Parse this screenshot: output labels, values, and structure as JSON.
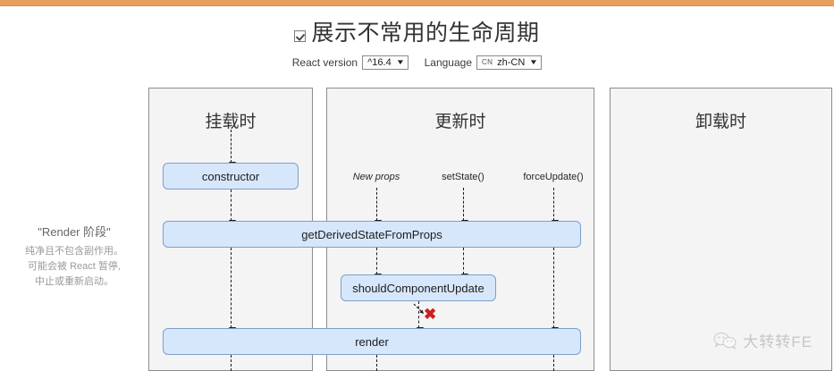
{
  "header": {
    "checkbox_checked": true,
    "title": "展示不常用的生命周期"
  },
  "controls": {
    "react_version": {
      "label": "React version",
      "value": "^16.4",
      "caret": "▼"
    },
    "language": {
      "label": "Language",
      "flag": "CN",
      "value": "zh-CN",
      "caret": "▼"
    }
  },
  "annotation": {
    "title": "\"Render 阶段\"",
    "line1": "纯净且不包含副作用。",
    "line2": "可能会被 React 暂停,",
    "line3": "中止或重新启动。"
  },
  "panels": [
    {
      "key": "mount",
      "title": "挂载时"
    },
    {
      "key": "update",
      "title": "更新时"
    },
    {
      "key": "unmount",
      "title": "卸载时"
    }
  ],
  "triggers": {
    "new_props": "New props",
    "set_state": "setState()",
    "force_update": "forceUpdate()"
  },
  "nodes": {
    "constructor": "constructor",
    "get_derived_state_from_props": "getDerivedStateFromProps",
    "should_component_update": "shouldComponentUpdate",
    "render": "render"
  },
  "markers": {
    "bail_out_x": "✖"
  },
  "watermark": {
    "text": "大转转FE"
  },
  "colors": {
    "top_bar": "#e8a05c",
    "node_fill": "#d7e7fb",
    "node_border": "#7d9fc9",
    "panel_fill": "#f4f4f4",
    "panel_border": "#8c8c8c",
    "x_mark": "#cc1f1f"
  }
}
